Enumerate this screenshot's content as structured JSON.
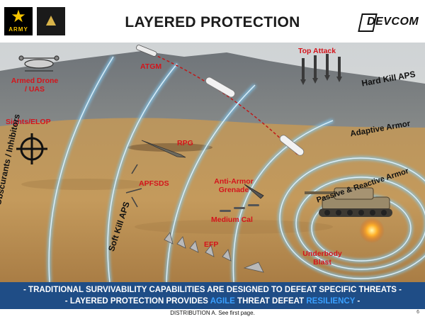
{
  "title": "LAYERED PROTECTION",
  "logos": {
    "army_word": "ARMY",
    "devcom": "DEVCOM"
  },
  "threats": {
    "atgm": "ATGM",
    "top_attack": "Top Attack",
    "armed_drone": "Armed Drone\n/ UAS",
    "sights_elop": "Sights/ELOP",
    "rpg": "RPG",
    "apfsds": "APFSDS",
    "anti_armor_grenade": "Anti-Armor\nGrenade",
    "medium_cal": "Medium Cal",
    "efp": "EFP",
    "underbody_blast": "Underbody\nBlast"
  },
  "layers": {
    "obscurants": "Obscurants / Inhibitors",
    "soft_kill": "Soft Kill APS",
    "hard_kill": "Hard Kill APS",
    "adaptive_armor": "Adaptive Armor",
    "passive_reactive": "Passive & Reactive Armor"
  },
  "banner": {
    "line1": "- TRADITIONAL SURVIVABILITY CAPABILITIES ARE DESIGNED TO DEFEAT SPECIFIC THREATS -",
    "line2_pre": "- LAYERED PROTECTION PROVIDES ",
    "line2_agile": "AGILE",
    "line2_mid": " THREAT DEFEAT ",
    "line2_resiliency": "RESILIENCY",
    "line2_post": " -"
  },
  "footer": {
    "distribution": "DISTRIBUTION A.  See first page.",
    "page_number": "6"
  },
  "colors": {
    "threat_label": "#d4141b",
    "banner_bg": "#1f4d86",
    "banner_highlight": "#3aa0ff",
    "ring_glow": "#7fd0ff"
  }
}
